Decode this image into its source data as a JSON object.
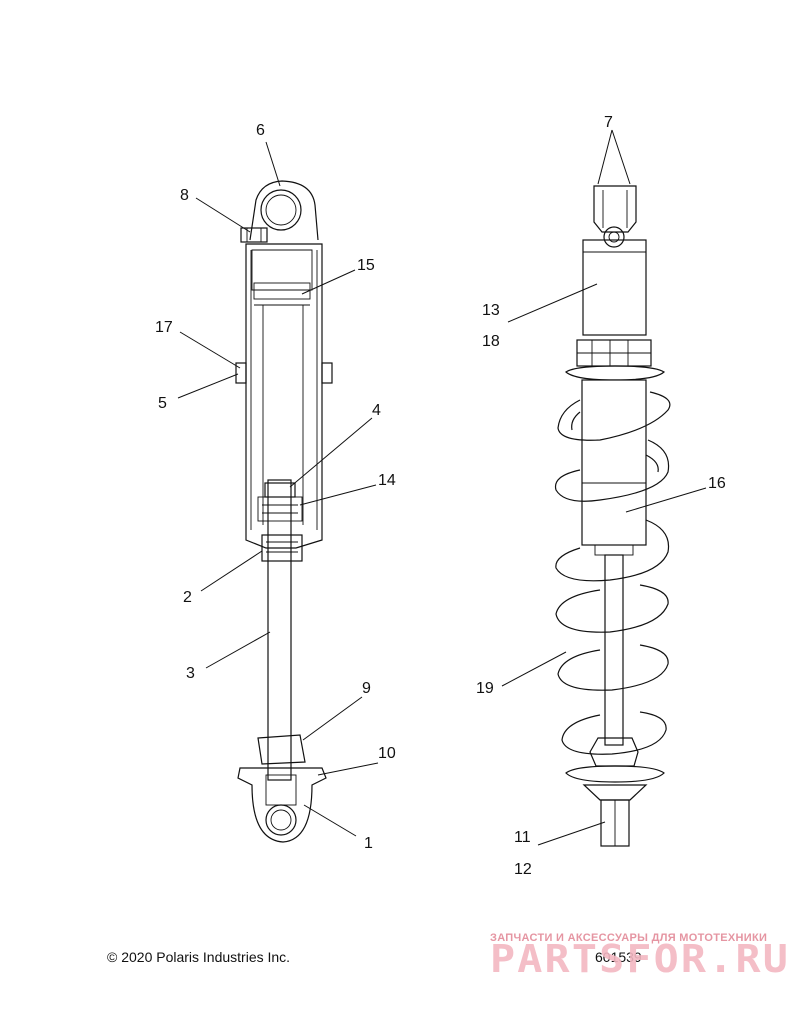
{
  "callouts": [
    {
      "label": "6"
    },
    {
      "label": "8"
    },
    {
      "label": "15"
    },
    {
      "label": "17"
    },
    {
      "label": "5"
    },
    {
      "label": "4"
    },
    {
      "label": "14"
    },
    {
      "label": "2"
    },
    {
      "label": "3"
    },
    {
      "label": "9"
    },
    {
      "label": "10"
    },
    {
      "label": "1"
    },
    {
      "label": "7"
    },
    {
      "label": "13"
    },
    {
      "label": "18"
    },
    {
      "label": "16"
    },
    {
      "label": "19"
    },
    {
      "label": "11"
    },
    {
      "label": "12"
    }
  ],
  "footer": {
    "copyright": "© 2020 Polaris Industries Inc.",
    "diagram_number": "601539"
  },
  "watermark": {
    "tagline": "ЗАПЧАСТИ И АКСЕССУАРЫ ДЛЯ МОТОТЕХНИКИ",
    "logo_text": "PARTSFOR.RU"
  }
}
